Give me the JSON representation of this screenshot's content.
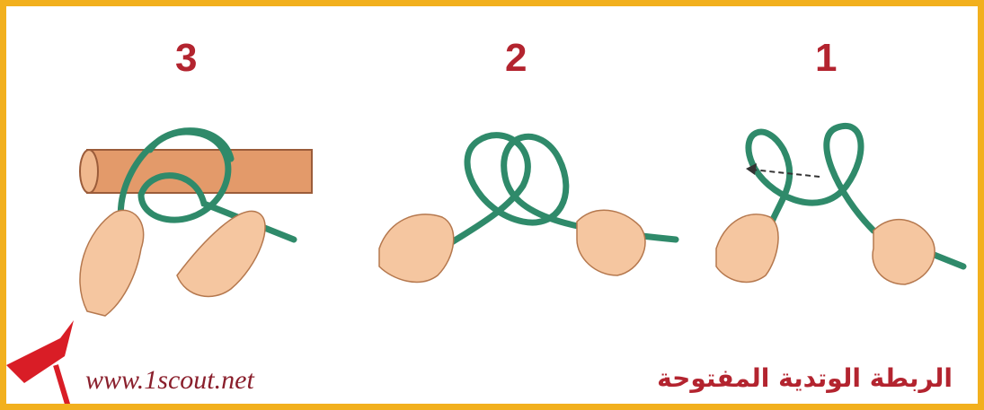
{
  "steps": [
    {
      "number": "3"
    },
    {
      "number": "2"
    },
    {
      "number": "1"
    }
  ],
  "watermark_text": "www.1scout.net",
  "caption_text": "الربطة الوتدية المفتوحة",
  "colors": {
    "frame": "#f2b01e",
    "number": "#b3242f",
    "rope": "#2f8a6a",
    "skin": "#f5c6a0",
    "pole": "#e39a6a"
  },
  "icons": [
    "hand-icon",
    "rope-icon",
    "pole-icon",
    "arrow-icon",
    "logo-icon"
  ]
}
